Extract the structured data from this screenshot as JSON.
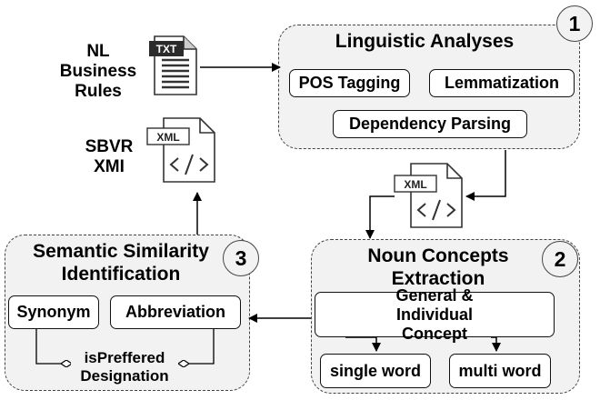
{
  "input": {
    "label": "NL Business Rules",
    "file_type": "TXT"
  },
  "output": {
    "label": "SBVR XMI",
    "file_type": "XML"
  },
  "middle_file": {
    "file_type": "XML"
  },
  "stage1": {
    "number": "1",
    "title": "Linguistic Analyses",
    "items": [
      "POS Tagging",
      "Lemmatization",
      "Dependency Parsing"
    ]
  },
  "stage2": {
    "number": "2",
    "title": "Noun Concepts Extraction",
    "concept": "General & Individual Concept",
    "items": [
      "single word",
      "multi word"
    ]
  },
  "stage3": {
    "number": "3",
    "title": "Semantic Similarity Identification",
    "items": [
      "Synonym",
      "Abbreviation"
    ],
    "association": "isPreffered Designation"
  },
  "icons": {
    "txt_file": "txt-file-icon",
    "xml_file": "xml-file-icon"
  }
}
